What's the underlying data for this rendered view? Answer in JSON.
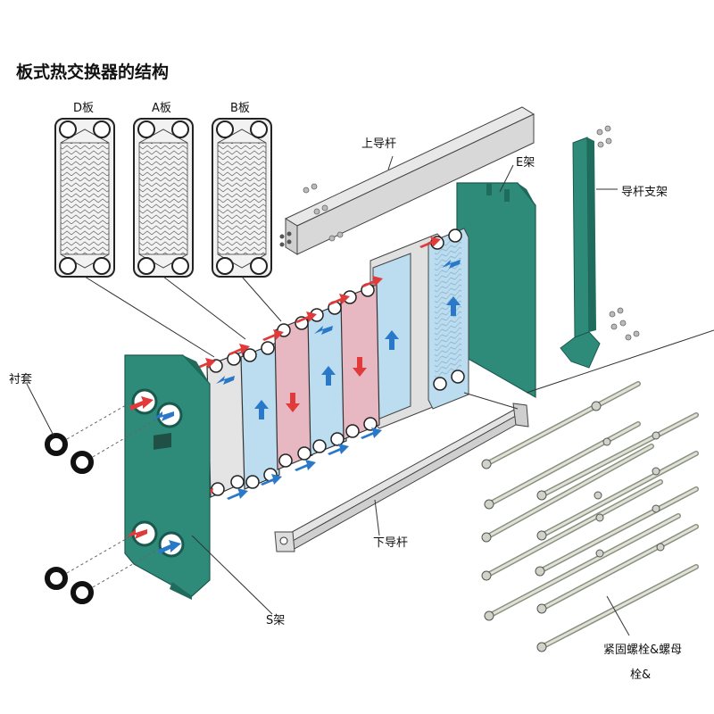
{
  "title": "板式热交换器的结构",
  "labels": {
    "d_plate": "D板",
    "a_plate": "A板",
    "b_plate": "B板",
    "upper_bar": "上导杆",
    "e_frame": "E架",
    "guide_support": "导杆支架",
    "gasket_sleeve": "衬套",
    "lower_bar": "下导杆",
    "s_frame": "S架",
    "bolts_nuts": "紧固螺栓&螺母",
    "bolts_nuts_2": "栓&"
  },
  "colors": {
    "frame_green": "#2e8b7a",
    "frame_dark": "#1f6b5c",
    "hot_red": "#e03a3a",
    "cold_blue": "#2a78c8",
    "hot_plate": "#e7b8c2",
    "cold_plate": "#bcdcef",
    "neutral_plate": "#e4e4e4",
    "rod_gray": "#cfd3c8"
  }
}
